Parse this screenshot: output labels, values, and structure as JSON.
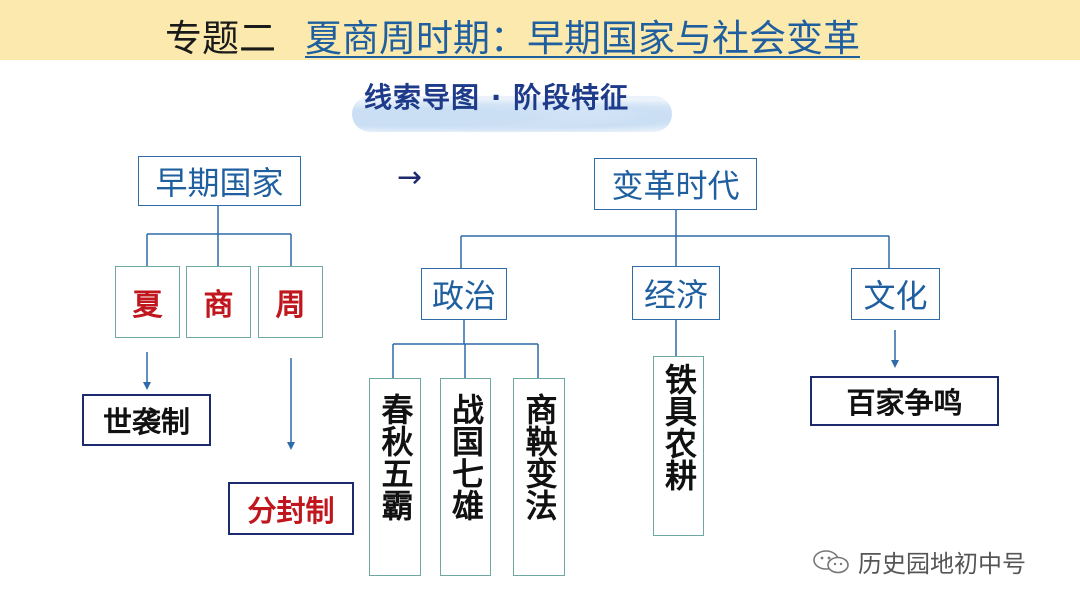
{
  "header": {
    "title_main": "专题二",
    "title_sub": "夏商周时期：早期国家与社会变革"
  },
  "subtitle": "线索导图 · 阶段特征",
  "nodes": {
    "early_state": "早期国家",
    "arrow": "→",
    "reform_era": "变革时代",
    "xia": "夏",
    "shang": "商",
    "zhou": "周",
    "politics": "政治",
    "economy": "经济",
    "culture": "文化",
    "hereditary": "世袭制",
    "enfeoffment": "分封制",
    "spring_autumn": "春秋五霸",
    "warring_states": "战国七雄",
    "shang_yang": "商鞅变法",
    "iron_tools": "铁具农耕",
    "hundred_schools": "百家争鸣"
  },
  "watermark": "历史园地初中号",
  "colors": {
    "header_bg": "#fbe9ad",
    "title_blue": "#1f5f9f",
    "red": "#c0161d",
    "line_blue": "#2e6ba8"
  }
}
